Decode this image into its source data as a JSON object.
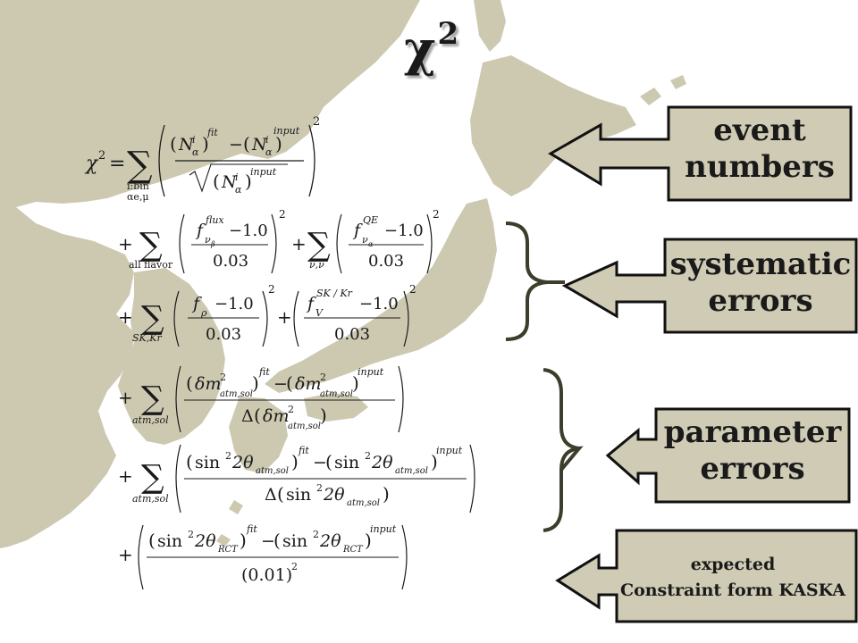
{
  "slide": {
    "title": "χ",
    "title_superscript": "2",
    "colors": {
      "map": "#cdc9b1",
      "callout_fill": "#cfcbb4",
      "text": "#1a1a1a",
      "brace": "#3d3d2c"
    }
  },
  "formula": {
    "line1": {
      "lhs": "χ",
      "lhs_sup": "2",
      "eq": "=",
      "sum_sub1": "i:bin",
      "sum_sub2": "αe,μ",
      "N": "N",
      "sup_i": "i",
      "sub_alpha": "α",
      "fit": "fit",
      "minus": "−",
      "input": "input",
      "outer_sup": "2"
    },
    "line2": {
      "plus": "+",
      "sum1_sub": "all flavor",
      "f": "f",
      "nu": "ν",
      "beta": "β",
      "flux": "flux",
      "minus_one": "−1.0",
      "denom": "0.03",
      "sq": "2",
      "sum2_sub": "ν,ν̄",
      "alpha": "α",
      "QE": "QE"
    },
    "line3": {
      "plus": "+",
      "sum_sub": "SK,Kr",
      "f": "f",
      "rho": "ρ",
      "minus_one": "−1.0",
      "denom": "0.03",
      "sq": "2",
      "V": "V",
      "SK_Kr": "SK / Kr"
    },
    "line4": {
      "plus": "+",
      "sum_sub": "atm,sol",
      "delta_m": "δm",
      "sq": "2",
      "sub": "atm,sol",
      "fit": "fit",
      "minus": "−",
      "input": "input",
      "Delta": "Δ"
    },
    "line5": {
      "plus": "+",
      "sum_sub": "atm,sol",
      "sin": "sin",
      "two_theta": "2θ",
      "sub": "atm,sol",
      "sq": "2",
      "fit": "fit",
      "minus": "−",
      "input": "input",
      "Delta": "Δ"
    },
    "line6": {
      "plus": "+",
      "sin": "sin",
      "two_theta": "2θ",
      "sub": "RCT",
      "sq": "2",
      "fit": "fit",
      "minus": "−",
      "input": "input",
      "denom": "(0.01)"
    }
  },
  "callouts": [
    {
      "lines": [
        "event",
        "numbers"
      ]
    },
    {
      "lines": [
        "systematic",
        "errors"
      ]
    },
    {
      "lines": [
        "parameter",
        "errors"
      ]
    },
    {
      "lines": [
        "expected",
        "Constraint form KASKA"
      ]
    }
  ]
}
